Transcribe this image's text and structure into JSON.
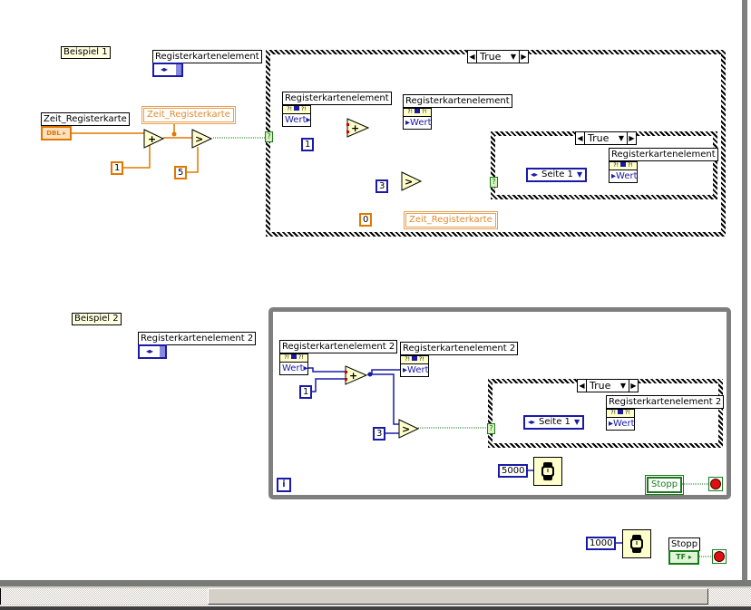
{
  "example1": {
    "comment": "Beispiel 1",
    "tab_control_label": "Registerkartenelement",
    "time_control_label": "Zeit_Registerkarte",
    "time_control_type": "DBL",
    "time_local_label": "Zeit_Registerkarte",
    "const_increment": "1",
    "const_compare": "5",
    "outer_case": {
      "selector": "True",
      "prop_read_label": "Registerkartenelement",
      "prop_read_value": "Wert",
      "prop_write_label": "Registerkartenelement",
      "prop_write_value": "Wert",
      "const_increment": "1",
      "const_compare": "3",
      "reset_const": "0",
      "reset_local_label": "Zeit_Registerkarte",
      "inner_case": {
        "selector": "True",
        "enum_value": "Seite 1",
        "prop_label": "Registerkartenelement",
        "prop_value": "Wert"
      }
    }
  },
  "example2": {
    "comment": "Beispiel 2",
    "tab_control_label": "Registerkartenelement 2",
    "while_loop": {
      "prop_read_label": "Registerkartenelement 2",
      "prop_read_value": "Wert",
      "prop_write_label": "Registerkartenelement 2",
      "prop_write_value": "Wert",
      "const_increment": "1",
      "const_compare": "3",
      "iteration_symbol": "i",
      "wait_ms": "5000",
      "stop_label": "Stopp",
      "inner_case": {
        "selector": "True",
        "enum_value": "Seite 1",
        "prop_label": "Registerkartenelement 2",
        "prop_value": "Wert"
      }
    }
  },
  "outside": {
    "wait_ms": "1000",
    "stop_label": "Stopp",
    "stop_type": "TF"
  },
  "colors": {
    "wire_numeric_blue": "#1a1aa8",
    "wire_double_orange": "#e07800",
    "wire_boolean_green": "#1a7a1a",
    "loop_gray": "#7f7f7f"
  }
}
